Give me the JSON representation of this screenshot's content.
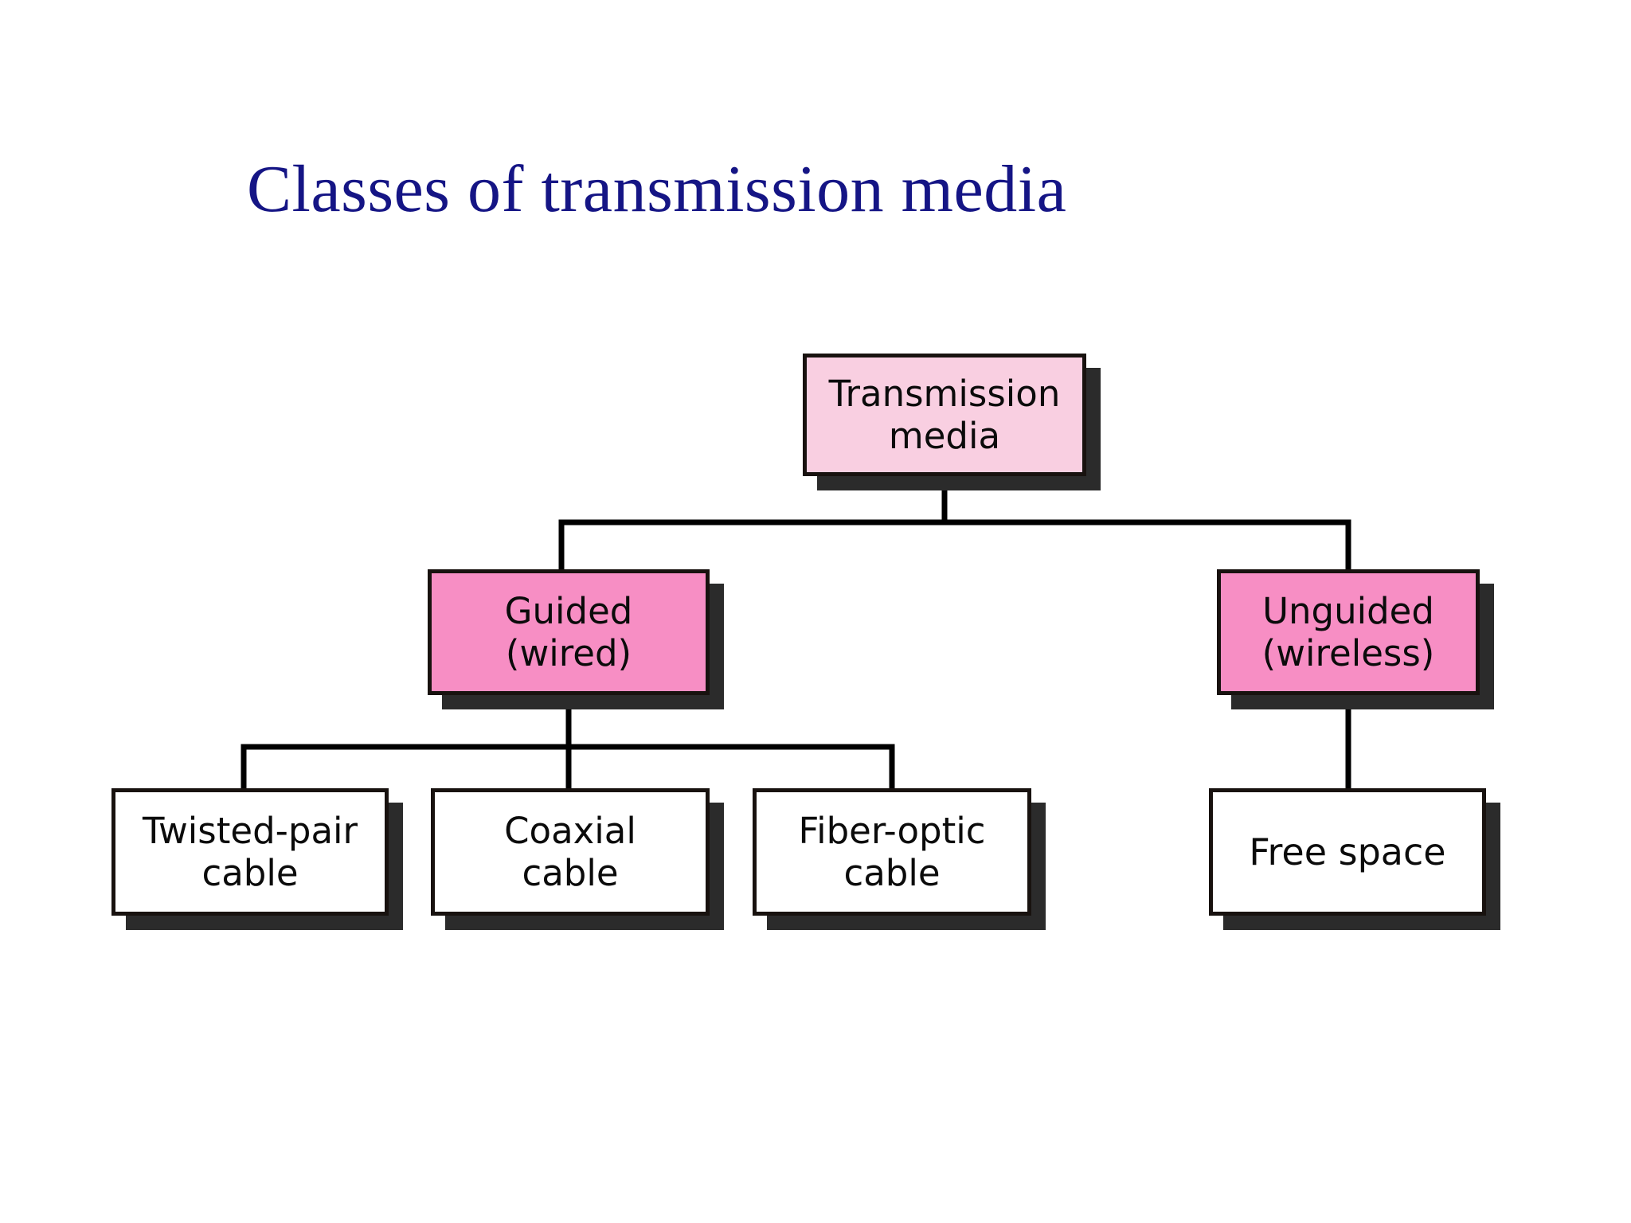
{
  "slide": {
    "background_color": "#ffffff",
    "title": "Classes of transmission media",
    "title_color": "#151585"
  },
  "diagram": {
    "type": "hierarchy-tree",
    "orientation": "top-down",
    "colors": {
      "root_fill": "#f9cfe1",
      "branch_fill": "#f78ec4",
      "leaf_fill": "#ffffff",
      "border": "#18120f",
      "shadow": "#2b2b2b",
      "connector": "#000000"
    },
    "nodes": {
      "root": {
        "label": "Transmission\nmedia",
        "level": 0,
        "fill": "#f9cfe1"
      },
      "guided": {
        "label": "Guided\n(wired)",
        "level": 1,
        "fill": "#f78ec4"
      },
      "unguided": {
        "label": "Unguided\n(wireless)",
        "level": 1,
        "fill": "#f78ec4"
      },
      "twisted_pair": {
        "label": "Twisted-pair\ncable",
        "level": 2,
        "fill": "#ffffff"
      },
      "coaxial": {
        "label": "Coaxial\ncable",
        "level": 2,
        "fill": "#ffffff"
      },
      "fiber_optic": {
        "label": "Fiber-optic\ncable",
        "level": 2,
        "fill": "#ffffff"
      },
      "free_space": {
        "label": "Free space",
        "level": 2,
        "fill": "#ffffff"
      }
    },
    "edges": [
      {
        "from": "root",
        "to": "guided"
      },
      {
        "from": "root",
        "to": "unguided"
      },
      {
        "from": "guided",
        "to": "twisted_pair"
      },
      {
        "from": "guided",
        "to": "coaxial"
      },
      {
        "from": "guided",
        "to": "fiber_optic"
      },
      {
        "from": "unguided",
        "to": "free_space"
      }
    ]
  }
}
